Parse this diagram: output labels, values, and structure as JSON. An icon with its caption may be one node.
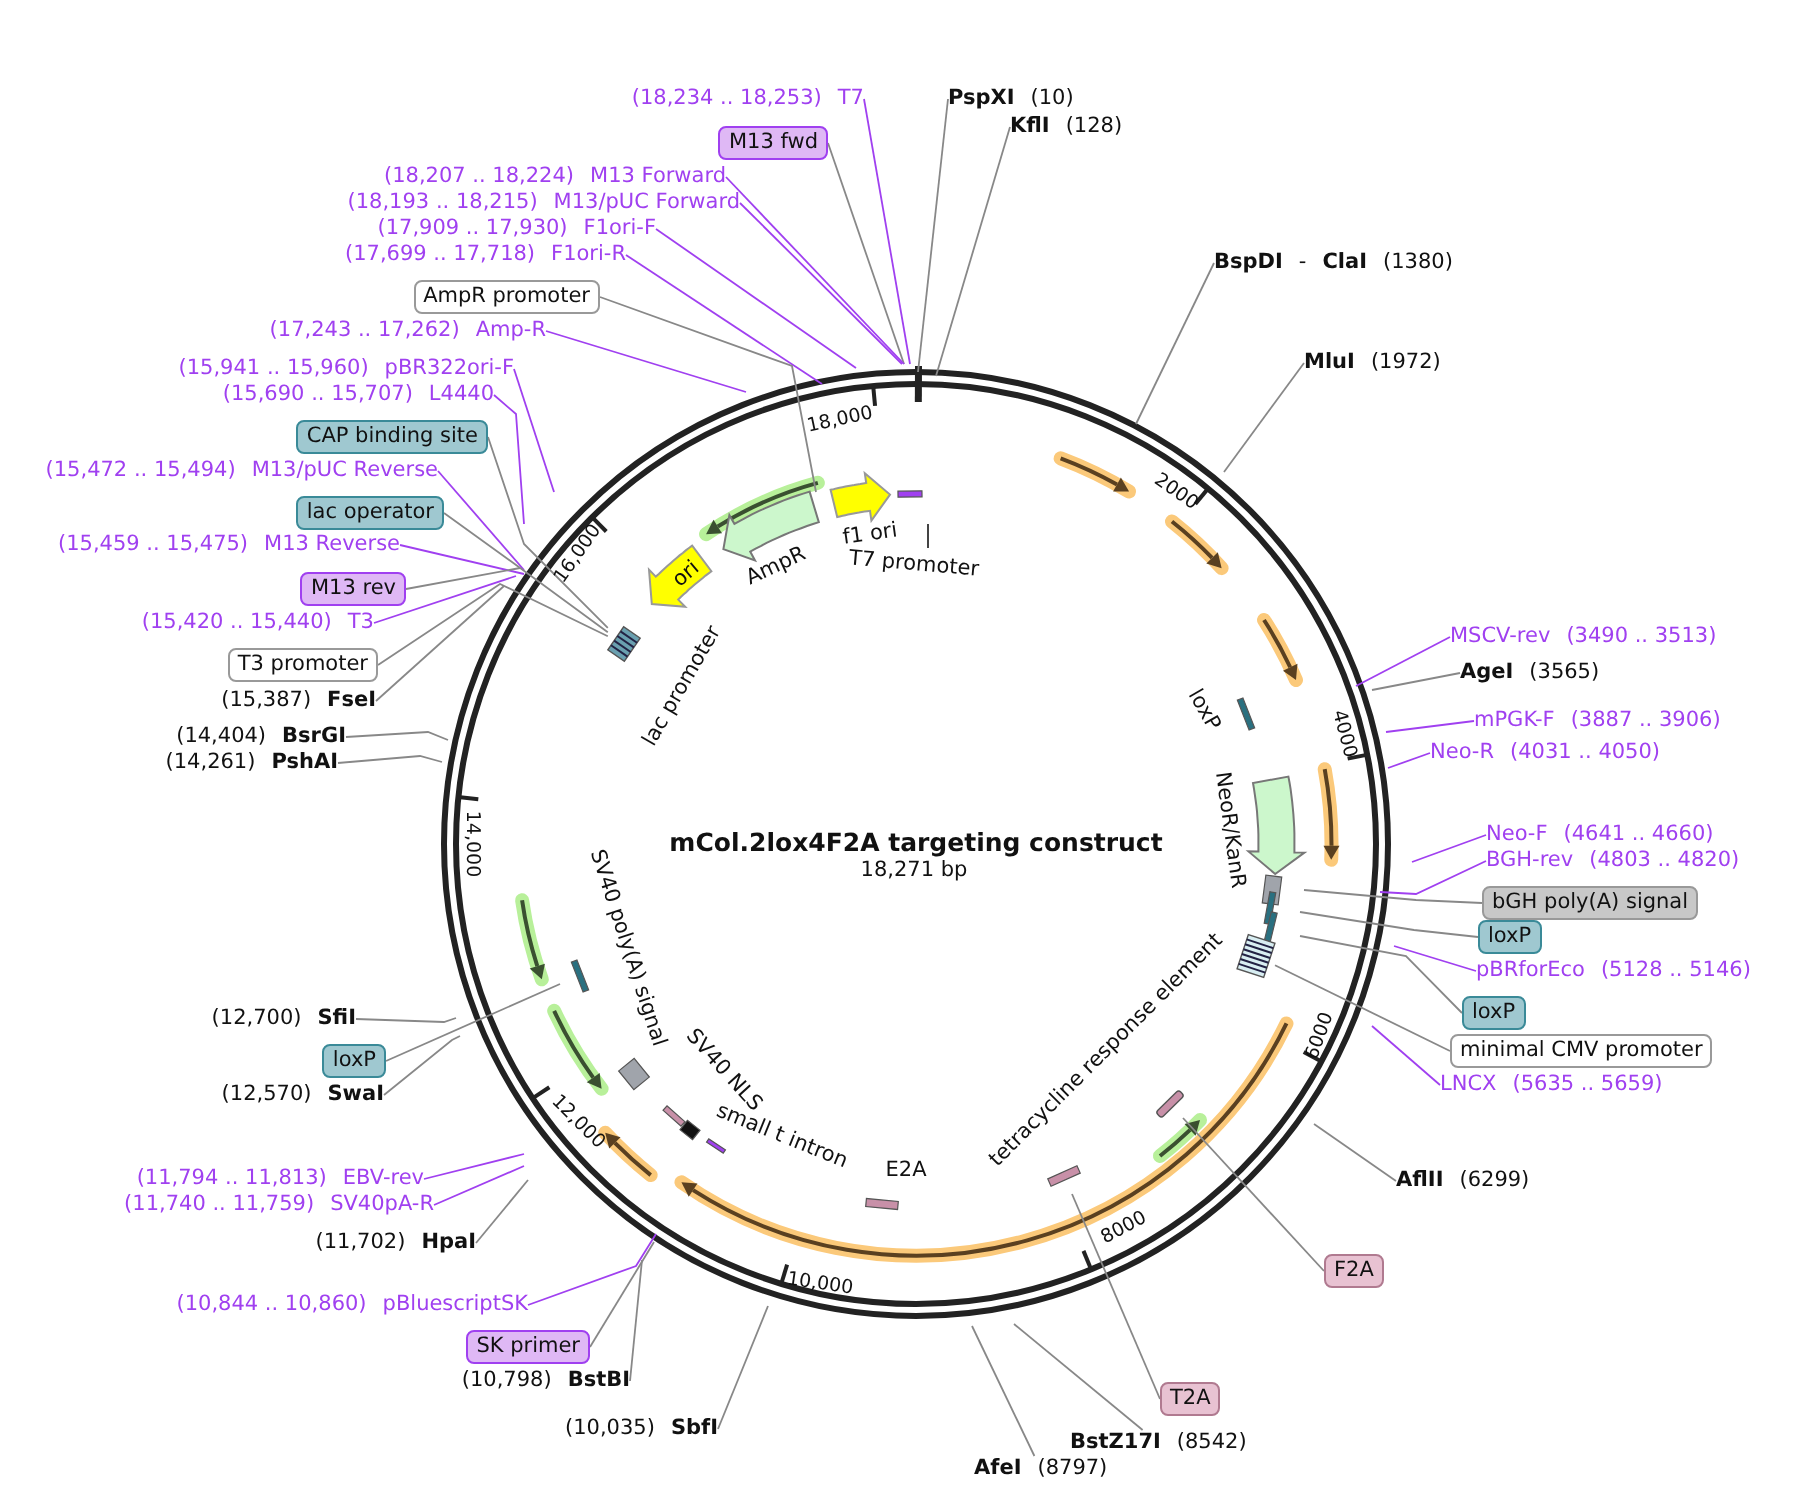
{
  "diagram": {
    "title": "mCol.2lox4F2A targeting construct",
    "nodes": [
      {
        "text": [
          "(18,234 .. 18,253)",
          "T7"
        ]
      },
      {
        "text": [
          "M13 fwd"
        ]
      },
      {
        "text": [
          "PspXI",
          "(10)"
        ]
      },
      {
        "text": [
          "KflI",
          "(128)"
        ]
      },
      {
        "text": [
          "(18,207 .. 18,224)",
          "M13 Forward"
        ]
      },
      {
        "text": [
          "(18,193 .. 18,215)",
          "M13/pUC Forward"
        ]
      },
      {
        "text": [
          "(17,909 .. 17,930)",
          "F1ori-F"
        ]
      },
      {
        "text": [
          "(17,699 .. 17,718)",
          "F1ori-R"
        ]
      },
      {
        "text": [
          "AmpR promoter"
        ]
      },
      {
        "text": [
          "(17,243 .. 17,262)",
          "Amp-R"
        ]
      },
      {
        "text": [
          "(15,941 .. 15,960)",
          "pBR322ori-F"
        ]
      },
      {
        "text": [
          "(15,690 .. 15,707)",
          "L4440"
        ]
      },
      {
        "text": [
          "CAP binding site"
        ]
      },
      {
        "text": [
          "(15,472 .. 15,494)",
          "M13/pUC Reverse"
        ]
      },
      {
        "text": [
          "lac operator"
        ]
      },
      {
        "text": [
          "(15,459 .. 15,475)",
          "M13 Reverse"
        ]
      },
      {
        "text": [
          "M13 rev"
        ]
      },
      {
        "text": [
          "(15,420 .. 15,440)",
          "T3"
        ]
      },
      {
        "text": [
          "T3 promoter"
        ]
      },
      {
        "text": [
          "(15,387)",
          "FseI"
        ]
      },
      {
        "text": [
          "(14,404)",
          "BsrGI"
        ]
      },
      {
        "text": [
          "(14,261)",
          "PshAI"
        ]
      },
      {
        "text": [
          "(12,700)",
          "SfiI"
        ]
      },
      {
        "text": [
          "loxP"
        ]
      },
      {
        "text": [
          "(12,570)",
          "SwaI"
        ]
      },
      {
        "text": [
          "(11,794 .. 11,813)",
          "EBV-rev"
        ]
      },
      {
        "text": [
          "(11,740 .. 11,759)",
          "SV40pA-R"
        ]
      },
      {
        "text": [
          "(11,702)",
          "HpaI"
        ]
      },
      {
        "text": [
          "(10,844 .. 10,860)",
          "pBluescriptSK"
        ]
      },
      {
        "text": [
          "SK primer"
        ]
      },
      {
        "text": [
          "(10,798)",
          "BstBI"
        ]
      },
      {
        "text": [
          "(10,035)",
          "SbfI"
        ]
      },
      {
        "text": [
          "AfeI",
          "(8797)"
        ]
      },
      {
        "text": [
          "BstZ17I",
          "(8542)"
        ]
      },
      {
        "text": [
          "T2A"
        ]
      },
      {
        "text": [
          "F2A"
        ]
      },
      {
        "text": [
          "AflII",
          "(6299)"
        ]
      },
      {
        "text": [
          "LNCX",
          "(5635 .. 5659)"
        ]
      },
      {
        "text": [
          "minimal CMV promoter"
        ]
      },
      {
        "text": [
          "loxP"
        ]
      },
      {
        "text": [
          "pBRforEco",
          "(5128 .. 5146)"
        ]
      },
      {
        "text": [
          "loxP"
        ]
      },
      {
        "text": [
          "bGH poly(A) signal"
        ]
      },
      {
        "text": [
          "BGH-rev",
          "(4803 .. 4820)"
        ]
      },
      {
        "text": [
          "Neo-F",
          "(4641 .. 4660)"
        ]
      },
      {
        "text": [
          "Neo-R",
          "(4031 .. 4050)"
        ]
      },
      {
        "text": [
          "mPGK-F",
          "(3887 .. 3906)"
        ]
      },
      {
        "text": [
          "AgeI",
          "(3565)"
        ]
      },
      {
        "text": [
          "MSCV-rev",
          "(3490 .. 3513)"
        ]
      },
      {
        "text": [
          "MluI",
          "(1972)"
        ]
      },
      {
        "text": [
          "BspDI",
          "-",
          "ClaI",
          "(1380)"
        ]
      },
      {
        "text": [],
        "shape": "box"
      },
      {
        "text": [],
        "shape": "bar"
      },
      {
        "text": [],
        "shape": "box"
      }
    ],
    "edges": [
      {
        "from": 0,
        "to": null,
        "arrow": "none",
        "color": "#a040f0"
      },
      {
        "from": 1,
        "to": null,
        "arrow": "none"
      },
      {
        "from": 2,
        "to": null,
        "arrow": "none"
      },
      {
        "from": 3,
        "to": null,
        "arrow": "none"
      },
      {
        "from": 4,
        "to": null,
        "arrow": "none",
        "color": "#a040f0"
      },
      {
        "from": 5,
        "to": null,
        "arrow": "none",
        "color": "#a040f0"
      },
      {
        "from": 6,
        "to": null,
        "arrow": "none",
        "color": "#a040f0"
      },
      {
        "from": 7,
        "to": null,
        "arrow": "none",
        "color": "#a040f0"
      },
      {
        "from": 8,
        "to": null,
        "arrow": "none"
      },
      {
        "from": 9,
        "to": null,
        "arrow": "none",
        "color": "#a040f0"
      },
      {
        "from": 10,
        "to": null,
        "arrow": "none",
        "color": "#a040f0"
      },
      {
        "from": 11,
        "to": null,
        "arrow": "none",
        "color": "#a040f0"
      },
      {
        "from": 12,
        "to": 51,
        "arrow": "none"
      },
      {
        "from": 13,
        "to": null,
        "arrow": "none",
        "color": "#a040f0"
      },
      {
        "from": 14,
        "to": 51,
        "arrow": "none"
      },
      {
        "from": 15,
        "to": null,
        "arrow": "none",
        "color": "#a040f0"
      },
      {
        "from": 16,
        "to": null,
        "arrow": "none"
      },
      {
        "from": 17,
        "to": null,
        "arrow": "none",
        "color": "#a040f0"
      },
      {
        "from": 18,
        "to": 51,
        "arrow": "none"
      },
      {
        "from": 19,
        "to": null,
        "arrow": "none"
      },
      {
        "from": 20,
        "to": null,
        "arrow": "none"
      },
      {
        "from": 21,
        "to": null,
        "arrow": "none"
      },
      {
        "from": 22,
        "to": null,
        "arrow": "none"
      },
      {
        "from": 23,
        "to": null,
        "arrow": "none"
      },
      {
        "from": 24,
        "to": null,
        "arrow": "none"
      },
      {
        "from": 25,
        "to": null,
        "arrow": "none",
        "color": "#a040f0"
      },
      {
        "from": 26,
        "to": null,
        "arrow": "none",
        "color": "#a040f0"
      },
      {
        "from": 27,
        "to": null,
        "arrow": "none"
      },
      {
        "from": 28,
        "to": null,
        "arrow": "none",
        "color": "#a040f0"
      },
      {
        "from": 29,
        "to": null,
        "arrow": "none"
      },
      {
        "from": 30,
        "to": null,
        "arrow": "none"
      },
      {
        "from": 31,
        "to": null,
        "arrow": "none"
      },
      {
        "from": 32,
        "to": null,
        "arrow": "none"
      },
      {
        "from": 33,
        "to": null,
        "arrow": "none"
      },
      {
        "from": 34,
        "to": null,
        "arrow": "none"
      },
      {
        "from": 35,
        "to": 52,
        "arrow": "none"
      },
      {
        "from": 36,
        "to": null,
        "arrow": "none"
      },
      {
        "from": 37,
        "to": null,
        "arrow": "none",
        "color": "#a040f0"
      },
      {
        "from": 38,
        "to": 53,
        "arrow": "none"
      },
      {
        "from": 39,
        "to": null,
        "arrow": "none"
      },
      {
        "from": 40,
        "to": null,
        "arrow": "none",
        "color": "#a040f0"
      },
      {
        "from": 41,
        "to": null,
        "arrow": "none"
      },
      {
        "from": 42,
        "to": null,
        "arrow": "none"
      },
      {
        "from": 43,
        "to": null,
        "arrow": "none",
        "color": "#a040f0"
      },
      {
        "from": 44,
        "to": null,
        "arrow": "none",
        "color": "#a040f0"
      },
      {
        "from": 45,
        "to": null,
        "arrow": "none",
        "color": "#a040f0"
      },
      {
        "from": 46,
        "to": null,
        "arrow": "none",
        "color": "#a040f0"
      },
      {
        "from": 47,
        "to": null,
        "arrow": "none"
      },
      {
        "from": 48,
        "to": null,
        "arrow": "none",
        "color": "#a040f0"
      },
      {
        "from": 49,
        "to": null,
        "arrow": "none"
      },
      {
        "from": 50,
        "to": null,
        "arrow": "none"
      }
    ],
    "labels": [
      "f1 ori",
      "T7 promoter",
      "18,000",
      "16,000",
      "AmpR",
      "ori",
      "lac promoter",
      "2000",
      "loxP",
      "4000",
      "NeoR/KanR",
      "18,271 bp",
      "14,000",
      "SV40 poly(A) signal",
      "6000",
      "tetracycline response element",
      "SV40 NLS",
      "small t intron",
      "E2A",
      "12,000",
      "8000",
      "10,000"
    ]
  }
}
